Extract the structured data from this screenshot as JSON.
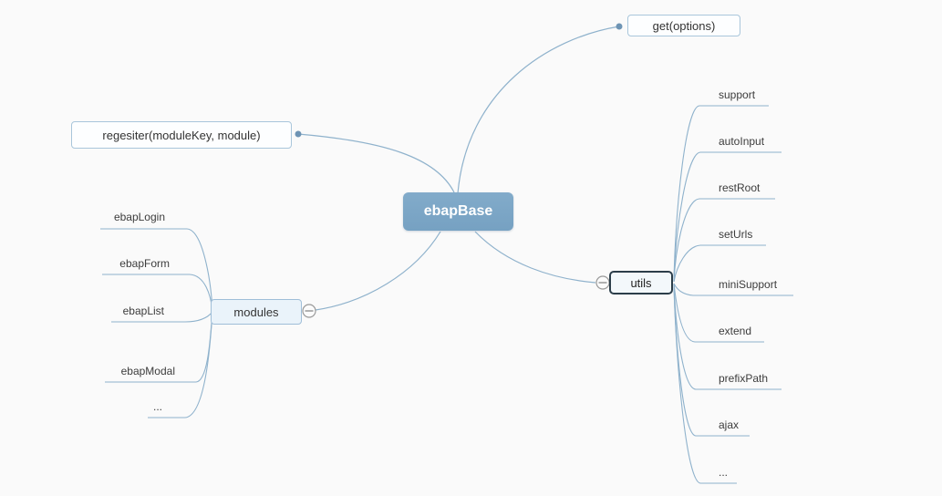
{
  "canvas": {
    "background_color": "#fafafa",
    "line_color": "#8fb2cc",
    "dot_color": "#6e94b4"
  },
  "root": {
    "label": "ebapBase",
    "fill_color": "#7aa4c4",
    "text_color": "#ffffff"
  },
  "nodes": {
    "get": {
      "label": "get(options)"
    },
    "register": {
      "label": "regesiter(moduleKey, module)"
    },
    "modules": {
      "label": "modules",
      "collapse_icon": "minus-circle",
      "children": [
        "ebapLogin",
        "ebapForm",
        "ebapList",
        "ebapModal",
        "..."
      ]
    },
    "utils": {
      "label": "utils",
      "selected": true,
      "collapse_icon": "minus-circle",
      "children": [
        "support",
        "autoInput",
        "restRoot",
        "setUrls",
        "miniSupport",
        "extend",
        "prefixPath",
        "ajax",
        "..."
      ]
    }
  }
}
